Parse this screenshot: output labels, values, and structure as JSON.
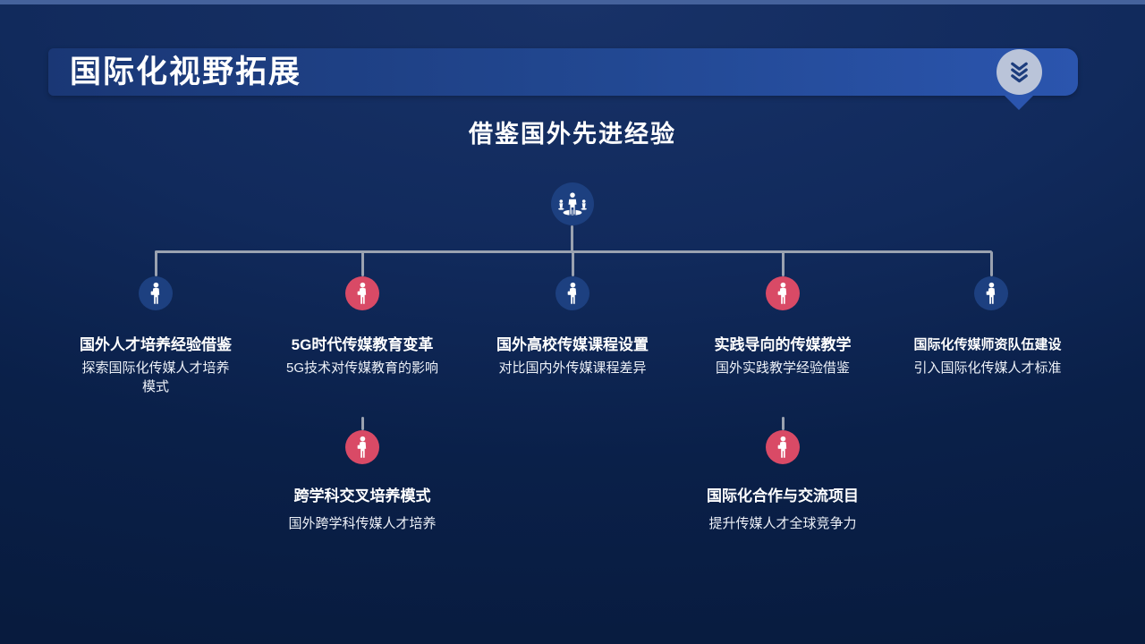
{
  "slide": {
    "title": "国际化视野拓展",
    "subtitle": "借鉴国外先进经验"
  },
  "colors": {
    "background_top": "#183268",
    "background_bottom": "#081b3e",
    "top_strip": "#45629c",
    "banner_start": "#1a3775",
    "banner_end": "#2b55ae",
    "chevron_circle": "#bac4d9",
    "chevron_glyph": "#1d3d7d",
    "node_blue": "#1d4080",
    "node_red": "#d94a66",
    "connector_gray": "#9aa2b0",
    "text_white": "#ffffff"
  },
  "icons": {
    "banner_badge": "triple-chevron-down-icon",
    "root": "team-leader-icon",
    "node": "person-icon"
  },
  "tree": {
    "children": [
      {
        "title": "国外人才培养经验借鉴",
        "desc": "探索国际化传媒人才培养模式",
        "color": "blue"
      },
      {
        "title": "5G时代传媒教育变革",
        "desc": "5G技术对传媒教育的影响",
        "color": "red"
      },
      {
        "title": "国外高校传媒课程设置",
        "desc": "对比国内外传媒课程差异",
        "color": "blue"
      },
      {
        "title": "实践导向的传媒教学",
        "desc": "国外实践教学经验借鉴",
        "color": "red"
      },
      {
        "title": "国际化传媒师资队伍建设",
        "desc": "引入国际化传媒人才标准",
        "color": "blue"
      }
    ],
    "secondary": [
      {
        "title": "跨学科交叉培养模式",
        "desc": "国外跨学科传媒人才培养",
        "color": "red"
      },
      {
        "title": "国际化合作与交流项目",
        "desc": "提升传媒人才全球竞争力",
        "color": "red"
      }
    ]
  }
}
